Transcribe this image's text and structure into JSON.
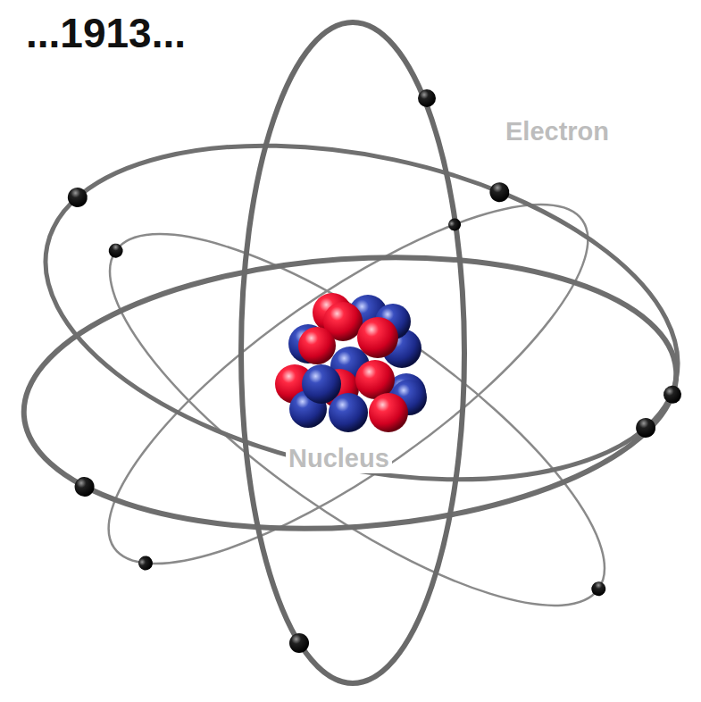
{
  "diagram": {
    "title": "...1913...",
    "labels": [
      "Electron",
      "Nucleus"
    ]
  }
}
